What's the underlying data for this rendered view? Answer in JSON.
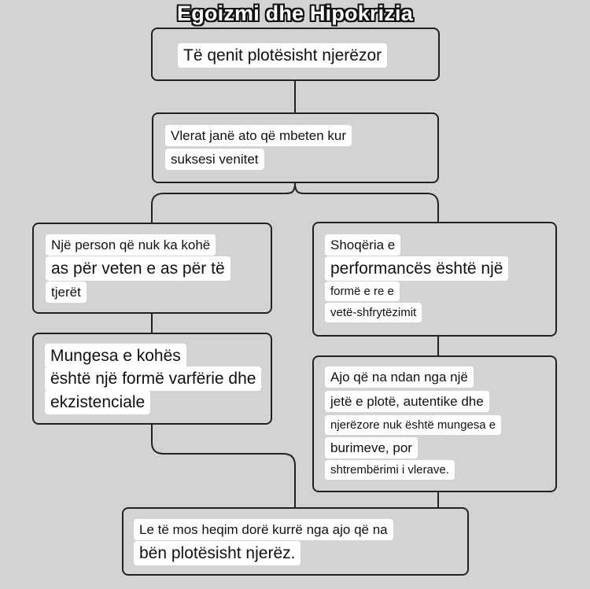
{
  "title": "Egoizmi dhe Hipokrizia",
  "nodes": {
    "top": {
      "line1": "Të qenit plotësisht njerëzor"
    },
    "second": {
      "line1": "Vlerat janë ato që mbeten kur",
      "line2": "suksesi venitet"
    },
    "left1": {
      "line1": "Një person që nuk ka kohë",
      "line2": "as për veten e as për të",
      "line3": "tjerët"
    },
    "left2": {
      "line1": "Mungesa e kohës",
      "line2": "është një formë varfërie dhe",
      "line3": "ekzistenciale"
    },
    "right1": {
      "line1": "Shoqëria e",
      "line2": "performancës është një",
      "line3": "formë e re e",
      "line4": "vetë-shfrytëzimit"
    },
    "right2": {
      "line1": "Ajo që na ndan nga një",
      "line2": "jetë e plotë, autentike dhe",
      "line3": "njerëzore nuk është mungesa e",
      "line4": "burimeve, por",
      "line5": "shtrembërimi i vlerave."
    },
    "bottom": {
      "line1": "Le të mos heqim dorë kurrë nga ajo që na",
      "line2": "bën plotësisht njerëz."
    }
  }
}
